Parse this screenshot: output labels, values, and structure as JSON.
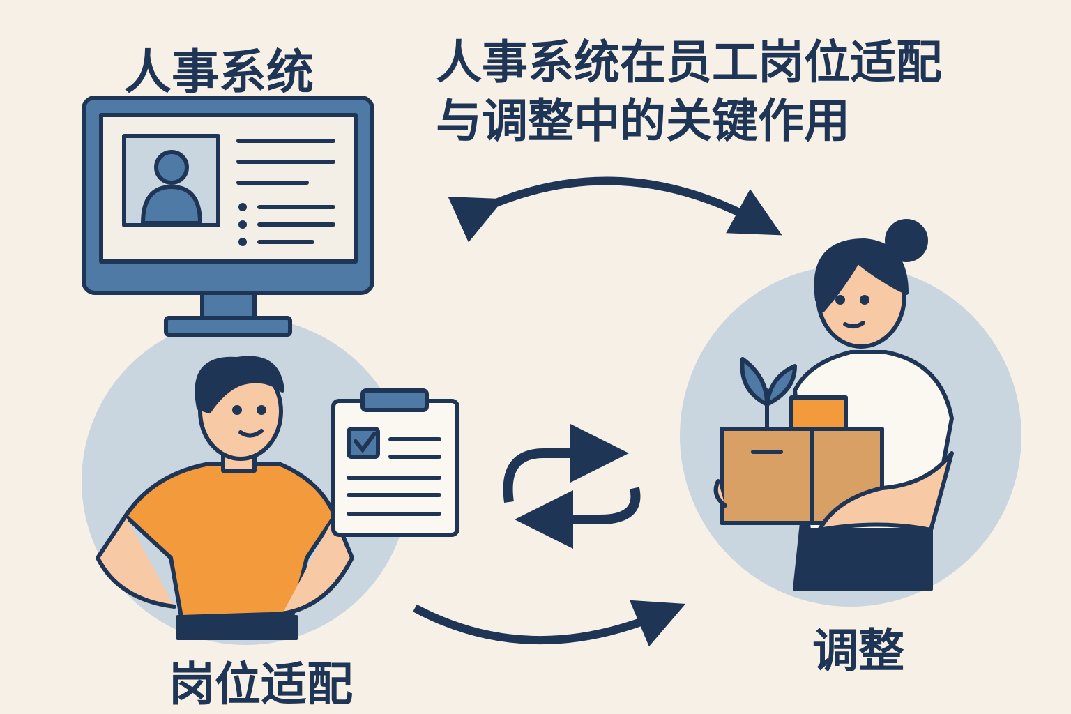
{
  "system_label": "人事系统",
  "title": {
    "line1": "人事系统在员工岗位适配",
    "line2": "与调整中的关键作用"
  },
  "fit_label": "岗位适配",
  "adjust_label": "调整",
  "colors": {
    "background": "#f7f0e6",
    "navy": "#1f3556",
    "monitor": "#4f7aa6",
    "circle": "#c9d6df",
    "shirt": "#f39a3c",
    "box": "#d9a066"
  }
}
